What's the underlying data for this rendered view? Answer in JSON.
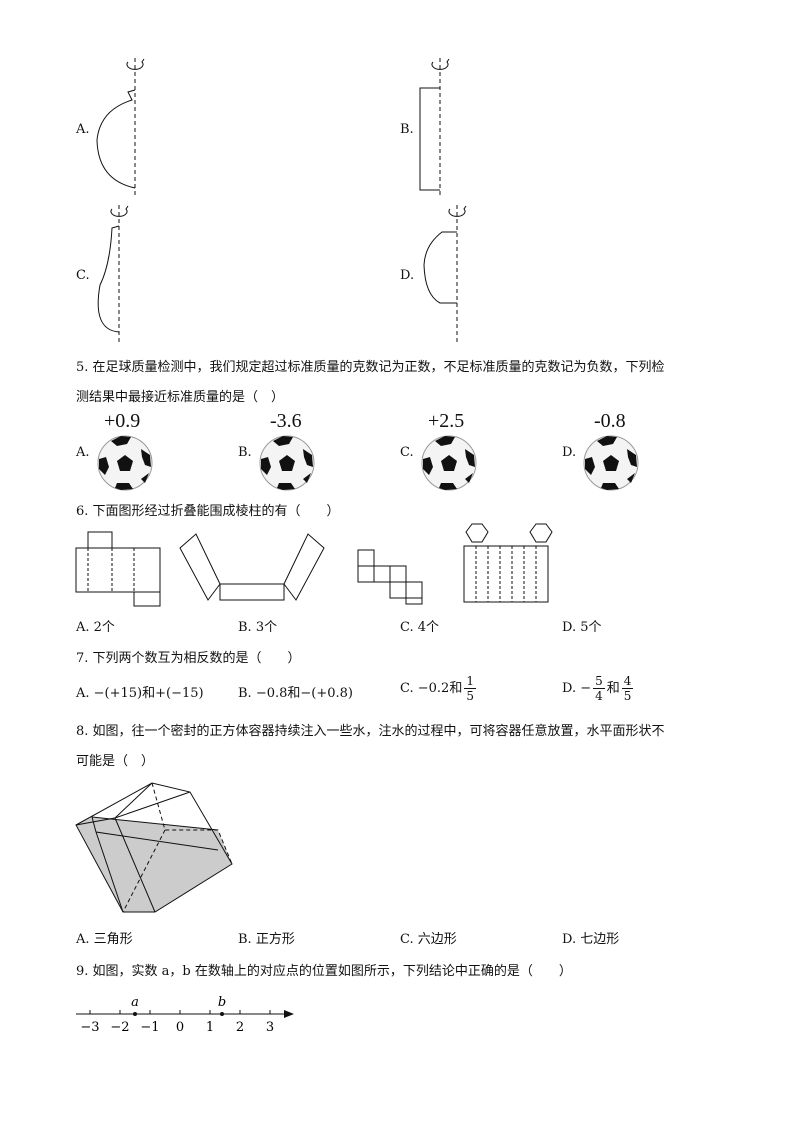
{
  "q4_options": {
    "a": "A.",
    "b": "B.",
    "c": "C.",
    "d": "D."
  },
  "q5": {
    "line1": "5. 在足球质量检测中，我们规定超过标准质量的克数记为正数，不足标准质量的克数记为负数，下列检",
    "line2": "测结果中最接近标准质量的是（　）",
    "options": [
      {
        "letter": "A.",
        "value": "+0.9"
      },
      {
        "letter": "B.",
        "value": "-3.6"
      },
      {
        "letter": "C.",
        "value": "+2.5"
      },
      {
        "letter": "D.",
        "value": "-0.8"
      }
    ]
  },
  "q6": {
    "stem": "6. 下面图形经过折叠能围成棱柱的有（　　）",
    "options": [
      "A. 2个",
      "B. 3个",
      "C. 4个",
      "D. 5个"
    ]
  },
  "q7": {
    "stem": "7. 下列两个数互为相反数的是（　　）",
    "a": "A.  −(+15)和+(−15)",
    "b": "B.  −0.8和−(+0.8)",
    "c_prefix": "C.  −0.2和",
    "c_num": "1",
    "c_den": "5",
    "d_prefix": "D.  −",
    "d_num1": "5",
    "d_den1": "4",
    "d_mid": "和",
    "d_num2": "4",
    "d_den2": "5"
  },
  "q8": {
    "line1": "8. 如图，往一个密封的正方体容器持续注入一些水，注水的过程中，可将容器任意放置，水平面形状不",
    "line2": "可能是（　）",
    "options": [
      "A.  三角形",
      "B.  正方形",
      "C.  六边形",
      "D.  七边形"
    ]
  },
  "q9": {
    "stem": "9. 如图，实数 a，b 在数轴上的对应点的位置如图所示，下列结论中正确的是（　　）",
    "axis": {
      "labels": [
        "−3",
        "−2",
        "−1",
        "0",
        "1",
        "2",
        "3"
      ],
      "point_a": "a",
      "point_b": "b",
      "a_value": -1.5,
      "b_value": 1.4
    }
  }
}
